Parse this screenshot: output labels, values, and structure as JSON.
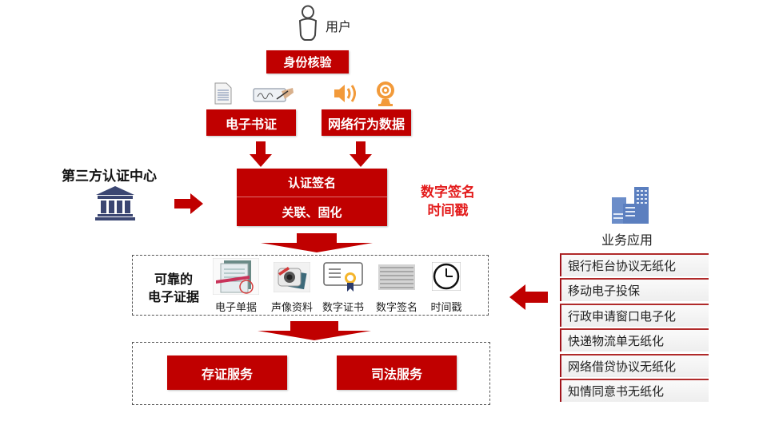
{
  "colors": {
    "primary_red": "#c00000",
    "accent_red_text": "#e31b1b",
    "navy_icon": "#3b4672",
    "orange_icon": "#f29a3a",
    "building_blue": "#5b7fbf"
  },
  "user": {
    "icon": "user-outline-icon",
    "label": "用户"
  },
  "identity_check": {
    "label": "身份核验"
  },
  "sources": [
    {
      "label": "电子书证",
      "icons": [
        "document-icon",
        "signature-pad-icon"
      ]
    },
    {
      "label": "网络行为数据",
      "icons": [
        "speaker-icon",
        "webcam-icon"
      ]
    }
  ],
  "third_party": {
    "label": "第三方认证中心",
    "icon": "bank-building-icon"
  },
  "core_box": {
    "line1": "认证签名",
    "line2": "关联、固化"
  },
  "side_note": {
    "line1": "数字签名",
    "line2": "时间戳"
  },
  "evidence": {
    "title_line1": "可靠的",
    "title_line2": "电子证据",
    "items": [
      {
        "label": "电子单据",
        "icon": "e-receipt-icon"
      },
      {
        "label": "声像资料",
        "icon": "camera-photos-icon"
      },
      {
        "label": "数字证书",
        "icon": "certificate-icon"
      },
      {
        "label": "数字签名",
        "icon": "digital-signature-icon"
      },
      {
        "label": "时间戳",
        "icon": "clock-icon"
      }
    ]
  },
  "services": [
    {
      "label": "存证服务"
    },
    {
      "label": "司法服务"
    }
  ],
  "business": {
    "title": "业务应用",
    "icon": "city-buildings-icon",
    "items": [
      "银行柜台协议无纸化",
      "移动电子投保",
      "行政申请窗口电子化",
      "快递物流单无纸化",
      "网络借贷协议无纸化",
      "知情同意书无纸化"
    ]
  }
}
